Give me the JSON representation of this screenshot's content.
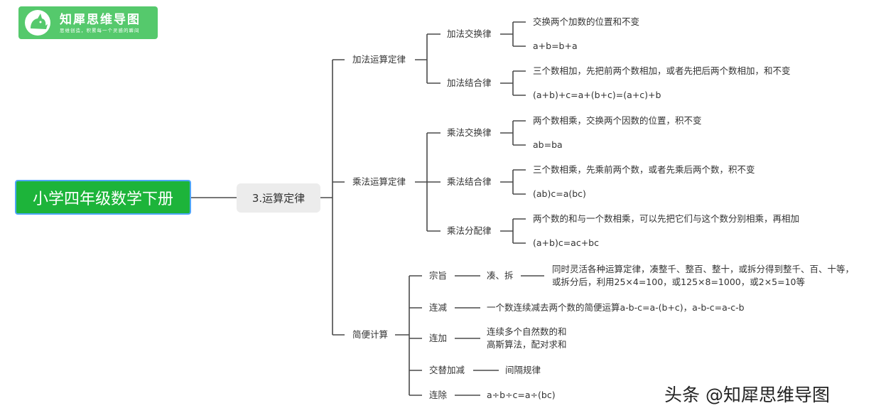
{
  "logo": {
    "name": "知犀思维导图",
    "slogan": "思维创造，积累每一个灵感的瞬间"
  },
  "root": "小学四年级数学下册",
  "topic": "3.运算定律",
  "branches": {
    "add": {
      "label": "加法运算定律",
      "comm": {
        "label": "加法交换律",
        "desc": "交换两个加数的位置和不变",
        "formula": "a+b=b+a"
      },
      "assoc": {
        "label": "加法结合律",
        "desc": "三个数相加，先把前两个数相加，或者先把后两个数相加，和不变",
        "formula": "(a+b)+c=a+(b+c)=(a+c)+b"
      }
    },
    "mul": {
      "label": "乘法运算定律",
      "comm": {
        "label": "乘法交换律",
        "desc": "两个数相乘，交换两个因数的位置，积不变",
        "formula": "ab=ba"
      },
      "assoc": {
        "label": "乘法结合律",
        "desc": "三个数相乘，先乘前两个数，或者先乘后两个数，积不变",
        "formula": "(ab)c=a(bc)"
      },
      "dist": {
        "label": "乘法分配律",
        "desc": "两个数的和与一个数相乘，可以先把它们与这个数分别相乘，再相加",
        "formula": "(a+b)c=ac+bc"
      }
    },
    "simple": {
      "label": "简便计算",
      "purpose": {
        "label": "宗旨",
        "sub": "凑、拆",
        "line1": "同时灵活各种运算定律，凑整千、整百、整十，或拆分得到整千、百、十等，",
        "line2": "或拆分后，利用25×4=100，或125×8=1000，或2×5=10等"
      },
      "sub_cont": {
        "label": "连减",
        "desc": "一个数连续减去两个数的简便运算a-b-c=a-(b+c)，a-b-c=a-c-b"
      },
      "add_cont": {
        "label": "连加",
        "line1": "连续多个自然数的和",
        "line2": "高斯算法，配对求和"
      },
      "alt": {
        "label": "交替加减",
        "desc": "间隔规律"
      },
      "div_cont": {
        "label": "连除",
        "desc": "a÷b÷c=a÷(bc)"
      }
    }
  },
  "watermark": "头条 @知犀思维导图"
}
